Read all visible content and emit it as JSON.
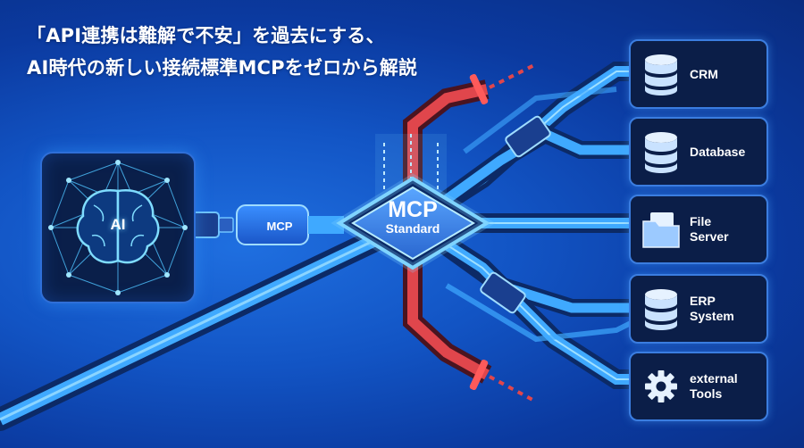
{
  "headline": {
    "line1": "「API連携は難解で不安」を過去にする、",
    "line2": "AI時代の新しい接続標準MCPをゼロから解説"
  },
  "ai_node": {
    "label": "AI"
  },
  "connector": {
    "label": "MCP"
  },
  "hub": {
    "title": "MCP",
    "subtitle": "Standard"
  },
  "systems": [
    {
      "label": "CRM",
      "icon": "database-icon"
    },
    {
      "label": "Database",
      "icon": "database-icon"
    },
    {
      "label": "File\nServer",
      "icon": "folder-icon"
    },
    {
      "label": "ERP\nSystem",
      "icon": "database-icon"
    },
    {
      "label": "external\nTools",
      "icon": "gear-icon"
    }
  ],
  "colors": {
    "background": "#1254c4",
    "pipe_blue": "#3fa9ff",
    "pipe_red": "#e0464c",
    "card_bg": "#0b1e48",
    "glow": "#7fd4ff"
  }
}
